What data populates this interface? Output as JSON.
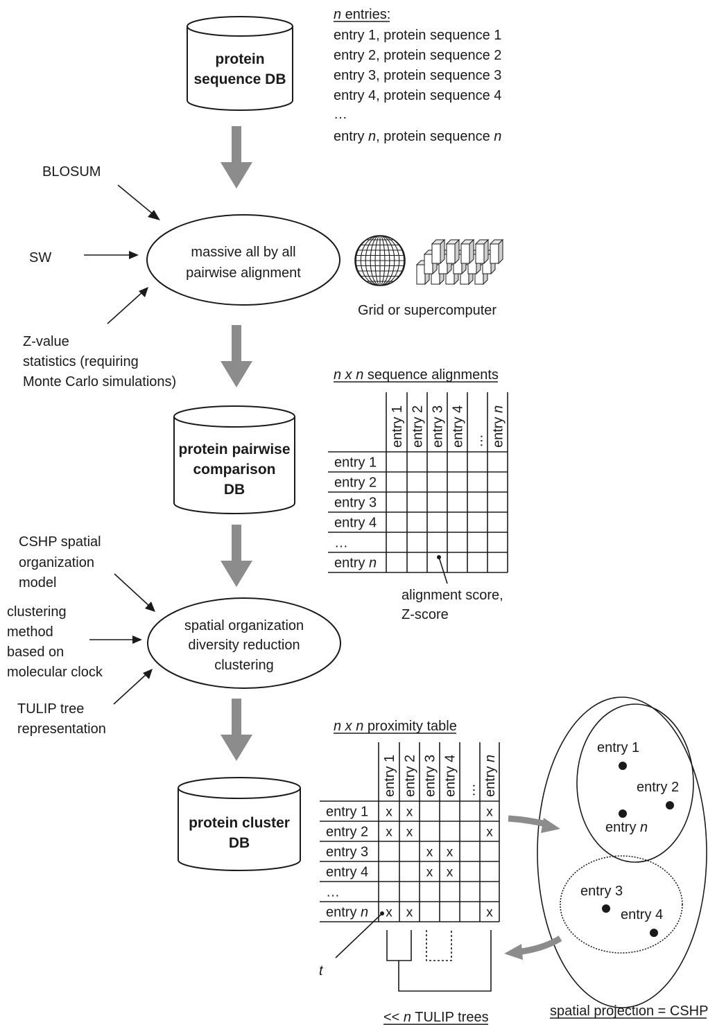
{
  "databases": {
    "sequence_db": [
      "protein",
      "sequence DB"
    ],
    "pairwise_db": [
      "protein pairwise",
      "comparison",
      "DB"
    ],
    "cluster_db": [
      "protein cluster",
      "DB"
    ]
  },
  "processes": {
    "alignment": [
      "massive all by all",
      "pairwise alignment"
    ],
    "organization": [
      "spatial organization",
      "diversity reduction",
      "clustering"
    ]
  },
  "inputs": {
    "blosum": "BLOSUM",
    "sw": "SW",
    "zvalue": [
      "Z-value",
      "statistics (requiring",
      "Monte Carlo simulations)"
    ],
    "cshp": [
      "CSHP spatial",
      "organization",
      "model"
    ],
    "clustering_method": [
      "clustering",
      "method",
      "based on",
      "molecular clock"
    ],
    "tulip": [
      "TULIP tree",
      "representation"
    ]
  },
  "entries": {
    "heading_var": "n",
    "heading_text": " entries:",
    "lines": [
      [
        "entry 1, protein sequence 1"
      ],
      [
        "entry 2, protein sequence 2"
      ],
      [
        "entry 3, protein sequence 3"
      ],
      [
        "entry 4, protein sequence 4"
      ],
      [
        "…"
      ],
      [
        "entry ",
        "n",
        ", protein sequence ",
        "n"
      ]
    ]
  },
  "grid_caption": "Grid or supercomputer",
  "alignment_table": {
    "title": [
      "n x n",
      " sequence alignments"
    ],
    "col_headers": [
      "entry 1",
      "entry 2",
      "entry 3",
      "entry 4",
      "…",
      "entry n"
    ],
    "row_headers": [
      "entry 1",
      "entry 2",
      "entry 3",
      "entry 4",
      "…",
      "entry n"
    ],
    "annotation": [
      "alignment score,",
      "Z-score"
    ]
  },
  "proximity_table": {
    "title": [
      "n x n",
      " proximity table"
    ],
    "col_headers": [
      "entry 1",
      "entry 2",
      "entry 3",
      "entry 4",
      "…",
      "entry n"
    ],
    "row_headers": [
      "entry 1",
      "entry 2",
      "entry 3",
      "entry 4",
      "…",
      "entry n"
    ],
    "marks": [
      [
        "x",
        "x",
        "",
        "",
        "",
        "x"
      ],
      [
        "x",
        "x",
        "",
        "",
        "",
        "x"
      ],
      [
        "",
        "",
        "x",
        "x",
        "",
        ""
      ],
      [
        "",
        "",
        "x",
        "x",
        "",
        ""
      ],
      [
        "",
        "",
        "",
        "",
        "",
        ""
      ],
      [
        "x",
        "x",
        "",
        "",
        "",
        "x"
      ]
    ],
    "threshold_label": "t",
    "trees_caption": [
      "<< ",
      "n",
      " TULIP trees"
    ]
  },
  "projection": {
    "points": [
      "entry 1",
      "entry 2",
      "entry n",
      "entry 3",
      "entry 4"
    ],
    "caption": "spatial projection = CSHP"
  },
  "colors": {
    "flow_arrow": "#8c8c8c",
    "ink": "#1a1a1a"
  }
}
